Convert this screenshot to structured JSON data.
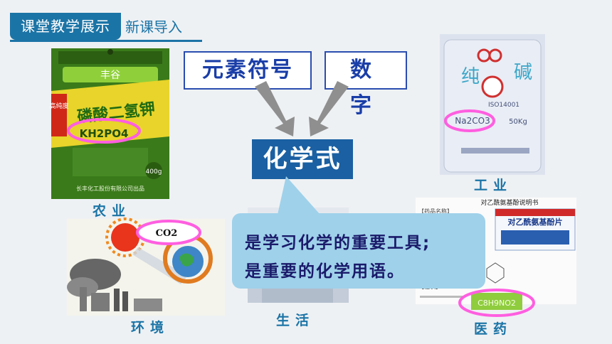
{
  "header": {
    "tag": "课堂教学展示",
    "subtitle": "新课导入"
  },
  "keywords": {
    "symbols": "元素符号",
    "numbers": "数 字",
    "formula": "化学式"
  },
  "captions": {
    "agriculture": "农业",
    "industry": "工业",
    "environment": "环境",
    "life": "生活",
    "medicine": "医药"
  },
  "bubble": {
    "line1": "是学习化学的重要工具;",
    "line2": "是重要的化学用语。"
  },
  "fertilizer": {
    "brand": "丰谷",
    "type": "磷酸二氢钾",
    "formula": "KH2PO4",
    "badge": "高纯度",
    "weight": "400g",
    "maker": "长丰化工股份有限公司出品"
  },
  "soda": {
    "name_left": "纯",
    "name_right": "碱",
    "cert": "ISO14001",
    "formula": "Na2CO3",
    "weight": "50Kg"
  },
  "environment_label": "CO2",
  "medicine": {
    "title": "对乙酰氨基酚说明书",
    "box_title": "对乙酰氨基酚片",
    "section1": "【药品名称】",
    "section2": "【性状】",
    "formula": "C8H9NO2"
  },
  "colors": {
    "accent": "#1b74a6",
    "highlight_ring": "#ff5ee0"
  }
}
